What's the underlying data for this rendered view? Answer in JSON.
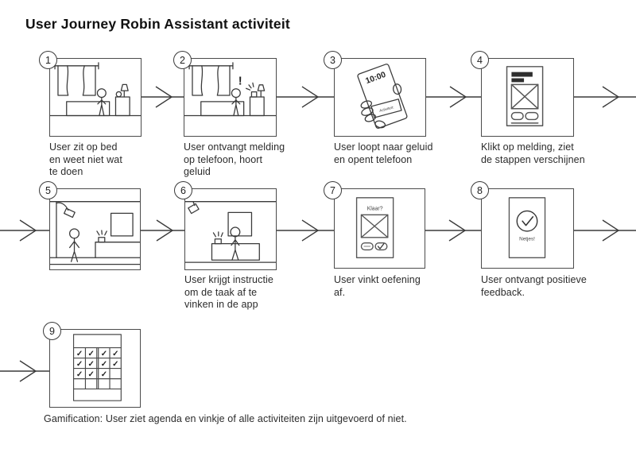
{
  "title": "User Journey Robin Assistant activiteit",
  "steps": [
    {
      "number": "1",
      "caption": "User zit op bed\nen weet niet wat\nte doen"
    },
    {
      "number": "2",
      "caption": "User ontvangt melding\nop telefoon, hoort\ngeluid",
      "alert_glyph": "!"
    },
    {
      "number": "3",
      "caption": "User loopt naar geluid\nen opent telefoon",
      "phone_time": "10:00",
      "notification_text": "Activiteit:"
    },
    {
      "number": "4",
      "caption": "Klikt op melding, ziet\nde stappen verschijnen"
    },
    {
      "number": "5",
      "caption": ""
    },
    {
      "number": "6",
      "caption": "User krijgt instructie\nom de taak af te\nvinken in de app"
    },
    {
      "number": "7",
      "caption": "User vinkt oefening\naf.",
      "screen_title": "Klaar?",
      "confirm_glyph": "✓"
    },
    {
      "number": "8",
      "caption": "User ontvangt positieve\nfeedback.",
      "screen_message": "Netjes!",
      "check_glyph": "✓"
    },
    {
      "number": "9",
      "caption": "Gamification: User ziet agenda en vinkje of alle activiteiten zijn uitgevoerd of niet.",
      "agenda": [
        [
          "✓",
          "✓",
          "✓",
          "✓"
        ],
        [
          "✓",
          "✓",
          "✓",
          "✓"
        ],
        [
          "✓",
          "✓",
          "✓",
          ""
        ],
        [
          "",
          "",
          "",
          ""
        ]
      ]
    }
  ],
  "colors": {
    "stroke": "#3a3a3a",
    "box_border": "#4b4b4b",
    "text": "#2b2b2b",
    "background": "#ffffff"
  }
}
